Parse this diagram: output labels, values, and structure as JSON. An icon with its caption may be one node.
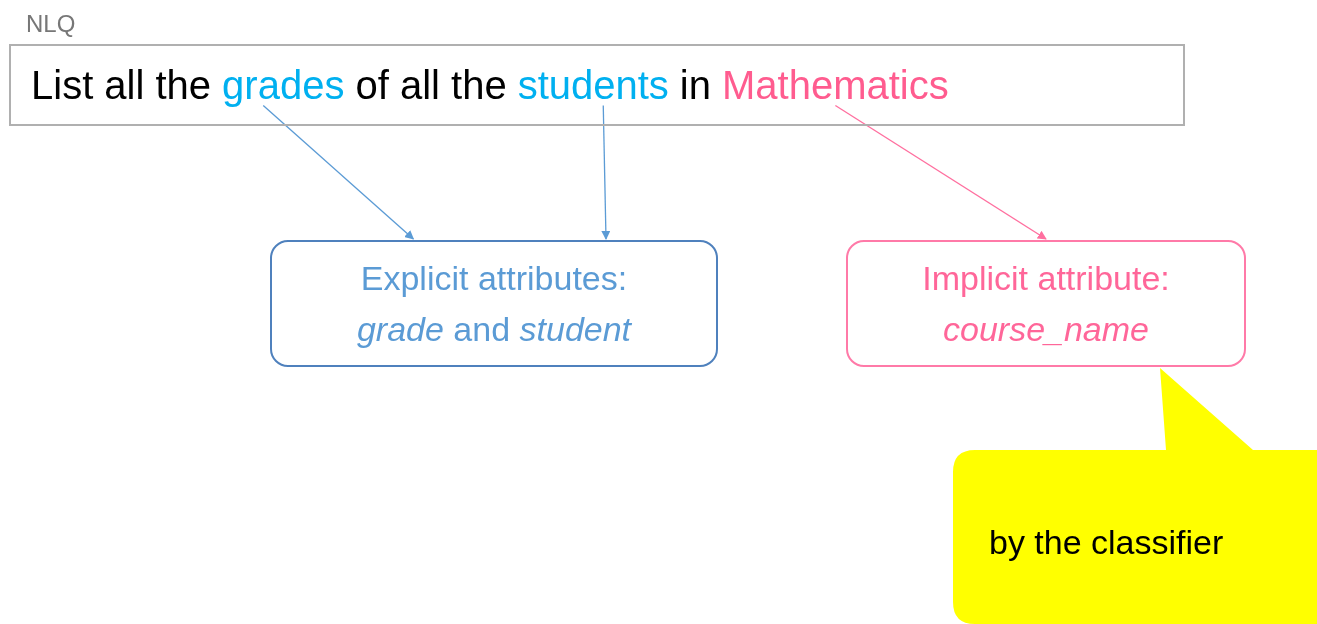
{
  "diagram": {
    "nodes": [
      {
        "text": [
          "NLQ",
          "List all the",
          "of all the",
          "in"
        ]
      },
      {
        "text": [
          "grades"
        ],
        "in": 0
      },
      {
        "text": [
          "students"
        ],
        "in": 0
      },
      {
        "text": [
          "Mathematics"
        ],
        "in": 0
      },
      {
        "text": [
          "Explicit attributes:",
          "*grade* and *student*"
        ]
      },
      {
        "text": [
          "Implicit attribute:",
          "course_name"
        ]
      },
      {
        "text": [
          "by the classifier"
        ]
      }
    ],
    "edges": [
      {
        "from": 1,
        "to": 4,
        "arrow": "to"
      },
      {
        "from": 2,
        "to": 4,
        "arrow": "to"
      },
      {
        "from": 3,
        "to": 5,
        "arrow": "to",
        "color": "#ff6f9f"
      }
    ]
  }
}
